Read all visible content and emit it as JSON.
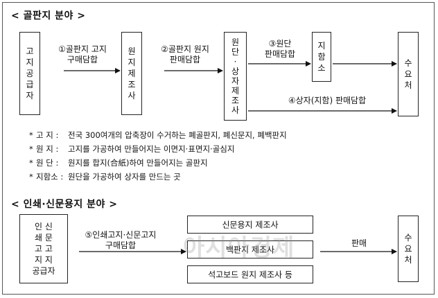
{
  "section1": {
    "title": "< 골판지 분야 >",
    "supplier": "고\n지\n공\n급\n자",
    "manufacturer": "원\n지\n제\n조\n사",
    "wholesaler": "원\n단\n·\n상\n자\n제\n조\n사",
    "box_plant": "지\n함\n소",
    "consumer": "수\n요\n처",
    "arrow1": "①골판지 고지\n구매담합",
    "arrow2": "②골판지 원지\n판매담합",
    "arrow3": "③원단\n판매담합",
    "arrow4": "④상자(지함) 판매담합"
  },
  "notes": [
    {
      "bullet": "*",
      "term": "고  지 :",
      "text": "전국 300여개의 압축장이 수거하는 폐골판지, 폐신문지, 폐백판지"
    },
    {
      "bullet": "*",
      "term": "원  지 :",
      "text": "고지를 가공하여 만들어지는 이면지·표면지·골심지"
    },
    {
      "bullet": "*",
      "term": "원  단 :",
      "text": "원지를 합지(合紙)하여 만들어지는 골판지"
    },
    {
      "bullet": "*",
      "term": "지함소 :",
      "text": "원단을 가공하여 상자를 만드는 곳"
    }
  ],
  "section2": {
    "title": "< 인쇄·신문용지 분야 >",
    "supplier": "인 신\n쇄 문\n고 고\n지 지\n공급자",
    "arrow5": "⑤인쇄고지·신문고지\n구매담합",
    "maker1": "신문용지 제조사",
    "maker2": "백판지 제조사",
    "maker3": "석고보드 원지 제조사 등",
    "sale": "판매",
    "consumer": "수\n요\n처"
  },
  "watermark": "아시아경제"
}
